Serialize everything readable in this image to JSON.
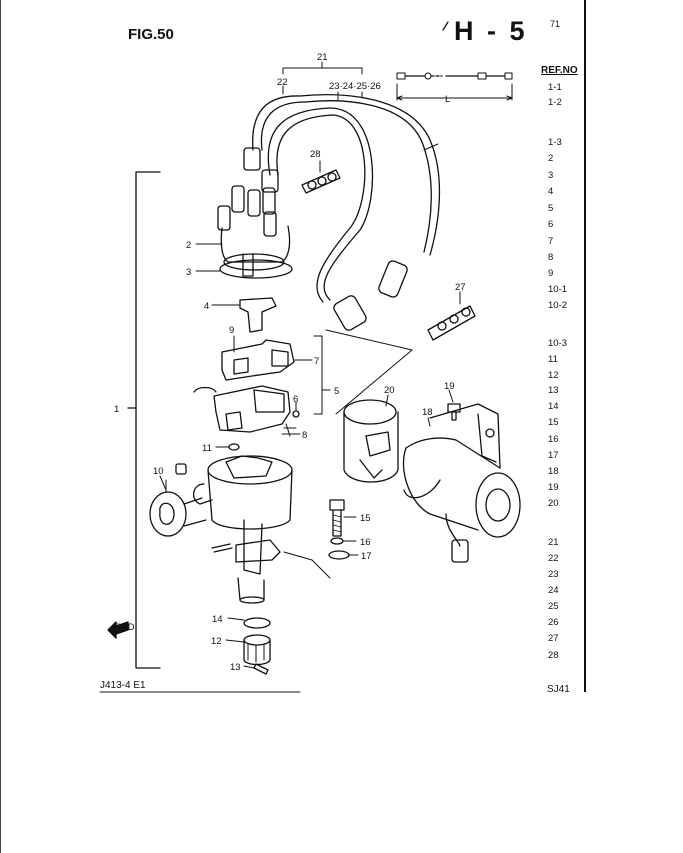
{
  "header": {
    "figure_label": "FIG.50",
    "section_code": "H - 5",
    "page_number": "71",
    "ref_column_header": "REF.NO"
  },
  "ref_numbers": [
    "1-1",
    "1-2",
    "1-3",
    "2",
    "3",
    "4",
    "5",
    "6",
    "7",
    "8",
    "9",
    "10-1",
    "10-2",
    "10-3",
    "11",
    "12",
    "13",
    "14",
    "15",
    "16",
    "17",
    "18",
    "19",
    "20",
    "21",
    "22",
    "23",
    "24",
    "25",
    "26",
    "27",
    "28"
  ],
  "callouts": {
    "c1": "1",
    "c2": "2",
    "c3": "3",
    "c4": "4",
    "c5": "5",
    "c6": "6",
    "c7": "7",
    "c8": "8",
    "c9": "9",
    "c10": "10",
    "c11": "11",
    "c12": "12",
    "c13": "13",
    "c14": "14",
    "c15": "15",
    "c16": "16",
    "c17": "17",
    "c18": "18",
    "c19": "19",
    "c20": "20",
    "c21": "21",
    "c22": "22",
    "c23_26": "23·24·25·26",
    "c27": "27",
    "c28": "28",
    "length_label": "L",
    "fwd": "FWD"
  },
  "footer": {
    "drawing_code": "J413-4 E1",
    "model": "SJ41"
  }
}
